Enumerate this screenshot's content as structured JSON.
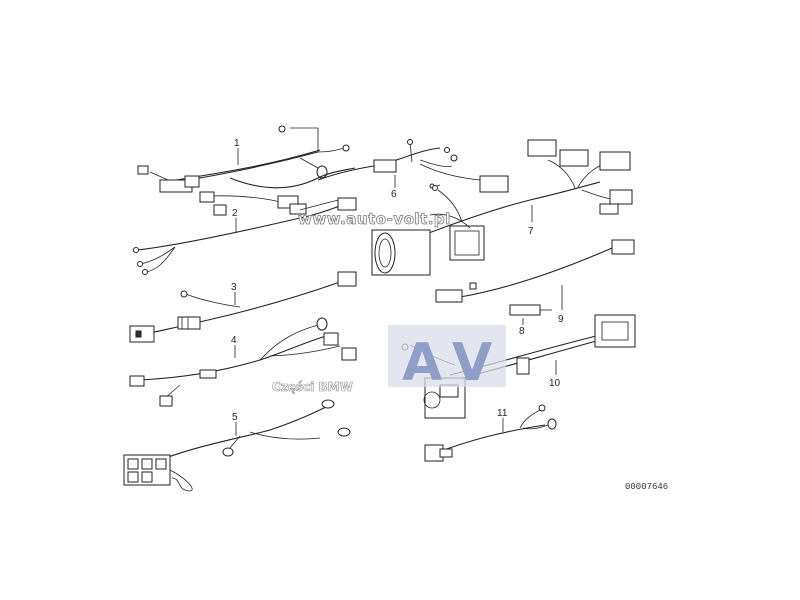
{
  "callouts": [
    "1",
    "2",
    "3",
    "4",
    "5",
    "6",
    "7",
    "8",
    "9",
    "10",
    "11"
  ],
  "watermark": {
    "url": "www.auto-volt.pl",
    "logo_letters": [
      "A",
      "V"
    ],
    "brand": "Części BMW"
  },
  "document_number": "00007646",
  "colors": {
    "line": "#222222",
    "logo_blue": "#8f9ec9",
    "logo_bg": "#d9dde8"
  }
}
